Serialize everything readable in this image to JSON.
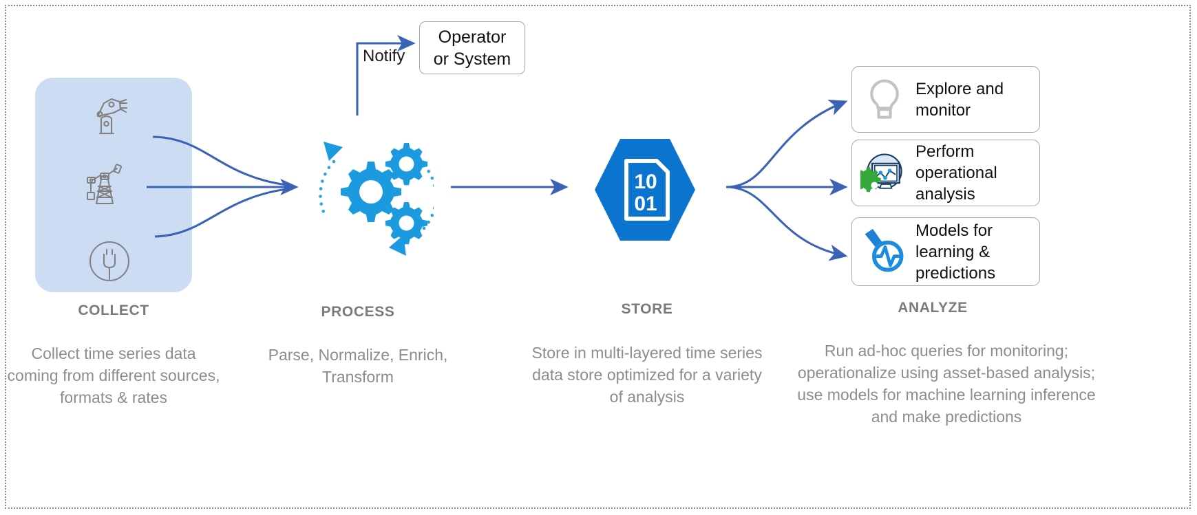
{
  "diagram": {
    "title_hidden": "IoT time series data flow",
    "accent_blue": "#1678c8",
    "arrow_blue": "#3a63b8",
    "panel_blue": "#ccdcf2",
    "label_gray": "#7a7a7a",
    "desc_gray": "#8c8c8c"
  },
  "notify": {
    "label": "Notify"
  },
  "operator": {
    "line1": "Operator",
    "line2": "or System",
    "text": "Operator or System"
  },
  "stages": [
    {
      "key": "collect",
      "title": "COLLECT",
      "description": "Collect time series data coming from different sources, formats & rates",
      "icons": [
        "robot-arm-icon",
        "oil-derrick-icon",
        "power-plug-icon"
      ]
    },
    {
      "key": "process",
      "title": "PROCESS",
      "description": "Parse, Normalize, Enrich, Transform",
      "icons": [
        "gears-icon"
      ]
    },
    {
      "key": "store",
      "title": "STORE",
      "description": "Store in multi-layered time series data store optimized for a variety of analysis",
      "icons": [
        "hexagon-binary-data-icon"
      ],
      "binary_top": "10",
      "binary_bottom": "01"
    },
    {
      "key": "analyze",
      "title": "ANALYZE",
      "description": "Run ad-hoc queries for monitoring; operationalize using asset-based analysis; use models for machine learning inference and make predictions",
      "icons": [
        "lightbulb-icon",
        "monitor-chart-gear-icon",
        "magnifier-pulse-icon"
      ]
    }
  ],
  "analyze_cards": [
    {
      "label": "Explore and monitor",
      "icon": "lightbulb-icon"
    },
    {
      "label": "Perform operational analysis",
      "icon": "monitor-chart-gear-icon"
    },
    {
      "label": "Models for learning & predictions",
      "icon": "magnifier-pulse-icon"
    }
  ]
}
